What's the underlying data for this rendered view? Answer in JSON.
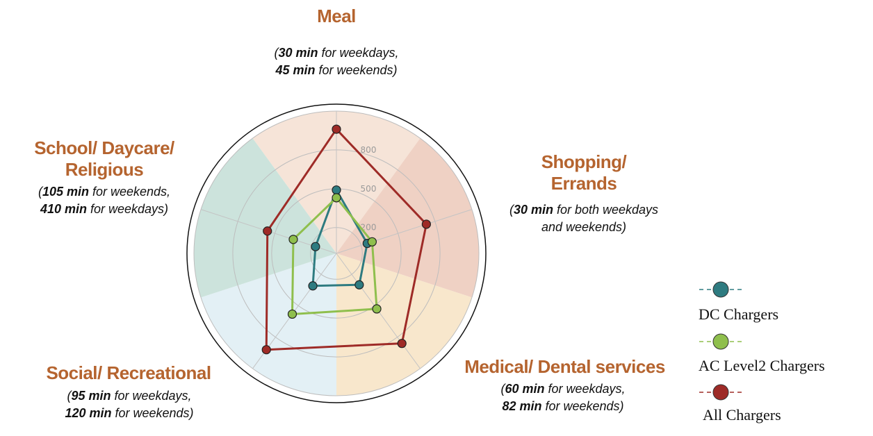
{
  "chart_data": {
    "type": "radar",
    "axes": [
      {
        "key": "meal",
        "label": "Meal",
        "note": [
          "(",
          {
            "b": "30 min"
          },
          " for weekdays,",
          {
            "br": true
          },
          {
            "b": "45 min"
          },
          " for weekends)"
        ]
      },
      {
        "key": "shopping",
        "label": "Shopping/ Errands",
        "note": [
          "(",
          {
            "b": "30 min"
          },
          " for both weekdays",
          {
            "br": true
          },
          "and weekends)"
        ]
      },
      {
        "key": "medical",
        "label": "Medical/ Dental services",
        "note": [
          "(",
          {
            "b": "60 min"
          },
          " for weekdays,",
          {
            "br": true
          },
          {
            "b": "82 min"
          },
          " for weekends)"
        ]
      },
      {
        "key": "social",
        "label": "Social/ Recreational",
        "note": [
          "(",
          {
            "b": "95 min"
          },
          " for weekdays,",
          {
            "br": true
          },
          {
            "b": "120 min"
          },
          " for weekends)"
        ]
      },
      {
        "key": "school",
        "label": "School/ Daycare/ Religious",
        "note": [
          "(",
          {
            "b": "105 min"
          },
          " for weekends,",
          {
            "br": true
          },
          {
            "b": "410 min"
          },
          " for weekdays)"
        ]
      }
    ],
    "rticks": [
      200,
      500,
      800
    ],
    "rmax": 1100,
    "series": [
      {
        "name": "DC Chargers",
        "color": "#2e7b80",
        "values": [
          490,
          250,
          300,
          310,
          170
        ]
      },
      {
        "name": "AC Level2 Chargers",
        "color": "#8fbf4d",
        "values": [
          430,
          290,
          530,
          580,
          350
        ]
      },
      {
        "name": "All Chargers",
        "color": "#9e2b27",
        "values": [
          960,
          730,
          860,
          920,
          560
        ]
      }
    ],
    "sector_colors": [
      "#f6e4d8",
      "#efd1c4",
      "#f8e7cc",
      "#e3f0f5",
      "#cce3dc"
    ]
  }
}
